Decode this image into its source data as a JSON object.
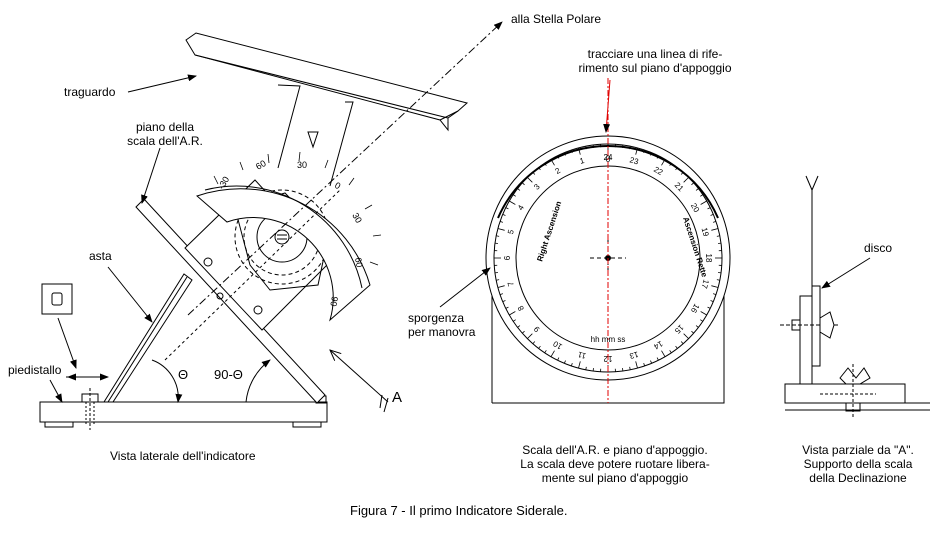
{
  "caption": "Figura 7 - Il primo Indicatore Siderale.",
  "side_view": {
    "traguardo": "traguardo",
    "piano_line1": "piano della",
    "piano_line2": "scala dell'A.R.",
    "asta": "asta",
    "piedistallo": "piedistallo",
    "theta": "Θ",
    "ninety_theta": "90-Θ",
    "polaris": "alla Stella Polare",
    "view_a": "A",
    "caption": "Vista laterale dell'indicatore",
    "arc_ticks": [
      "-30",
      "60",
      "30",
      "0",
      "30",
      "60",
      "90"
    ]
  },
  "front_view": {
    "ref_line1": "tracciare una linea di rife-",
    "ref_line2": "rimento sul piano d'appoggio",
    "sporgenza_line1": "sporgenza",
    "sporgenza_line2": "per manovra",
    "hour_numbers": [
      "24",
      "23",
      "22",
      "21",
      "20",
      "19",
      "18",
      "17",
      "16",
      "15",
      "14",
      "13",
      "12",
      "11",
      "10",
      "9",
      "8",
      "7",
      "6",
      "5",
      "4",
      "3",
      "2",
      "1"
    ],
    "top_zero": "0",
    "ring_text_left": "Right Ascension",
    "ring_text_right": "Ascension Rette",
    "ring_bottom": "hh  mm  ss",
    "caption_line1": "Scala dell'A.R. e piano d'appoggio.",
    "caption_line2": "La scala deve potere ruotare libera-",
    "caption_line3": "mente sul piano d'appoggio"
  },
  "partial_view": {
    "disco": "disco",
    "caption_line1": "Vista parziale da \"A\".",
    "caption_line2": "Supporto della scala",
    "caption_line3": "della Declinazione"
  },
  "colors": {
    "ink": "#000000",
    "reference_line": "#e00000"
  }
}
